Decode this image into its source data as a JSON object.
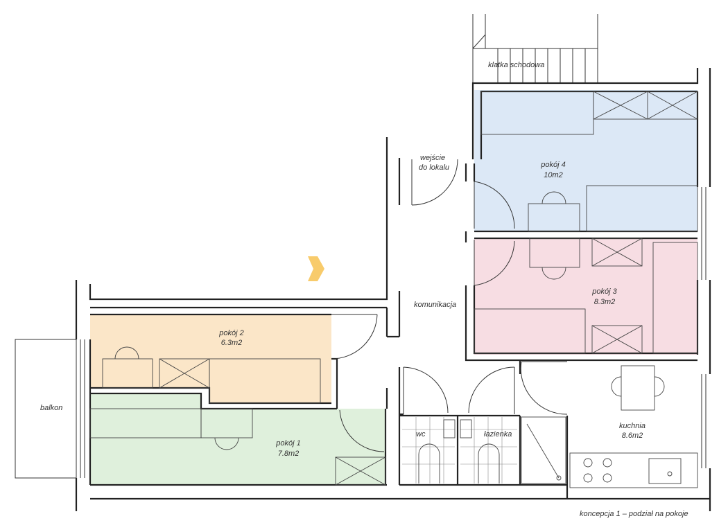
{
  "labels": {
    "stairwell": "klatka schodowa",
    "entrance_line1": "wejście",
    "entrance_line2": "do lokalu",
    "circulation": "komunikacja",
    "balcony": "balkon",
    "wc": "wc",
    "bathroom": "łazienka",
    "caption": "koncepcja 1 – podział na pokoje"
  },
  "rooms": [
    {
      "id": "pokoj-4",
      "name": "pokój 4",
      "area": "10m2",
      "color": "#dce8f6"
    },
    {
      "id": "pokoj-3",
      "name": "pokój 3",
      "area": "8.3m2",
      "color": "#f7dde3"
    },
    {
      "id": "pokoj-2",
      "name": "pokój 2",
      "area": "6.3m2",
      "color": "#fbe6c8"
    },
    {
      "id": "pokoj-1",
      "name": "pokój 1",
      "area": "7.8m2",
      "color": "#dff0dc"
    },
    {
      "id": "kuchnia",
      "name": "kuchnia",
      "area": "8.6m2",
      "color": "#ffffff"
    }
  ]
}
